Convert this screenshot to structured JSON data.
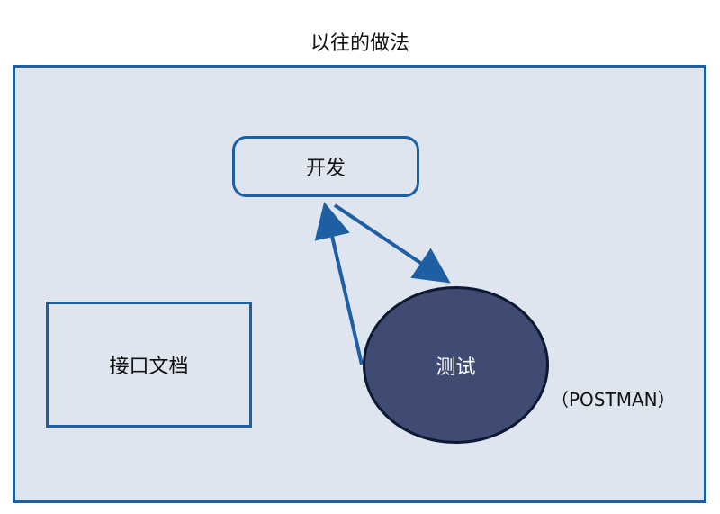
{
  "title": "以往的做法",
  "nodes": {
    "dev": "开发",
    "api_doc": "接口文档",
    "test": "测试",
    "test_tool": "（POSTMAN）"
  },
  "colors": {
    "frame_border": "#1e5ea3",
    "frame_fill": "#dfe5ef",
    "test_fill": "#3f4b72"
  }
}
